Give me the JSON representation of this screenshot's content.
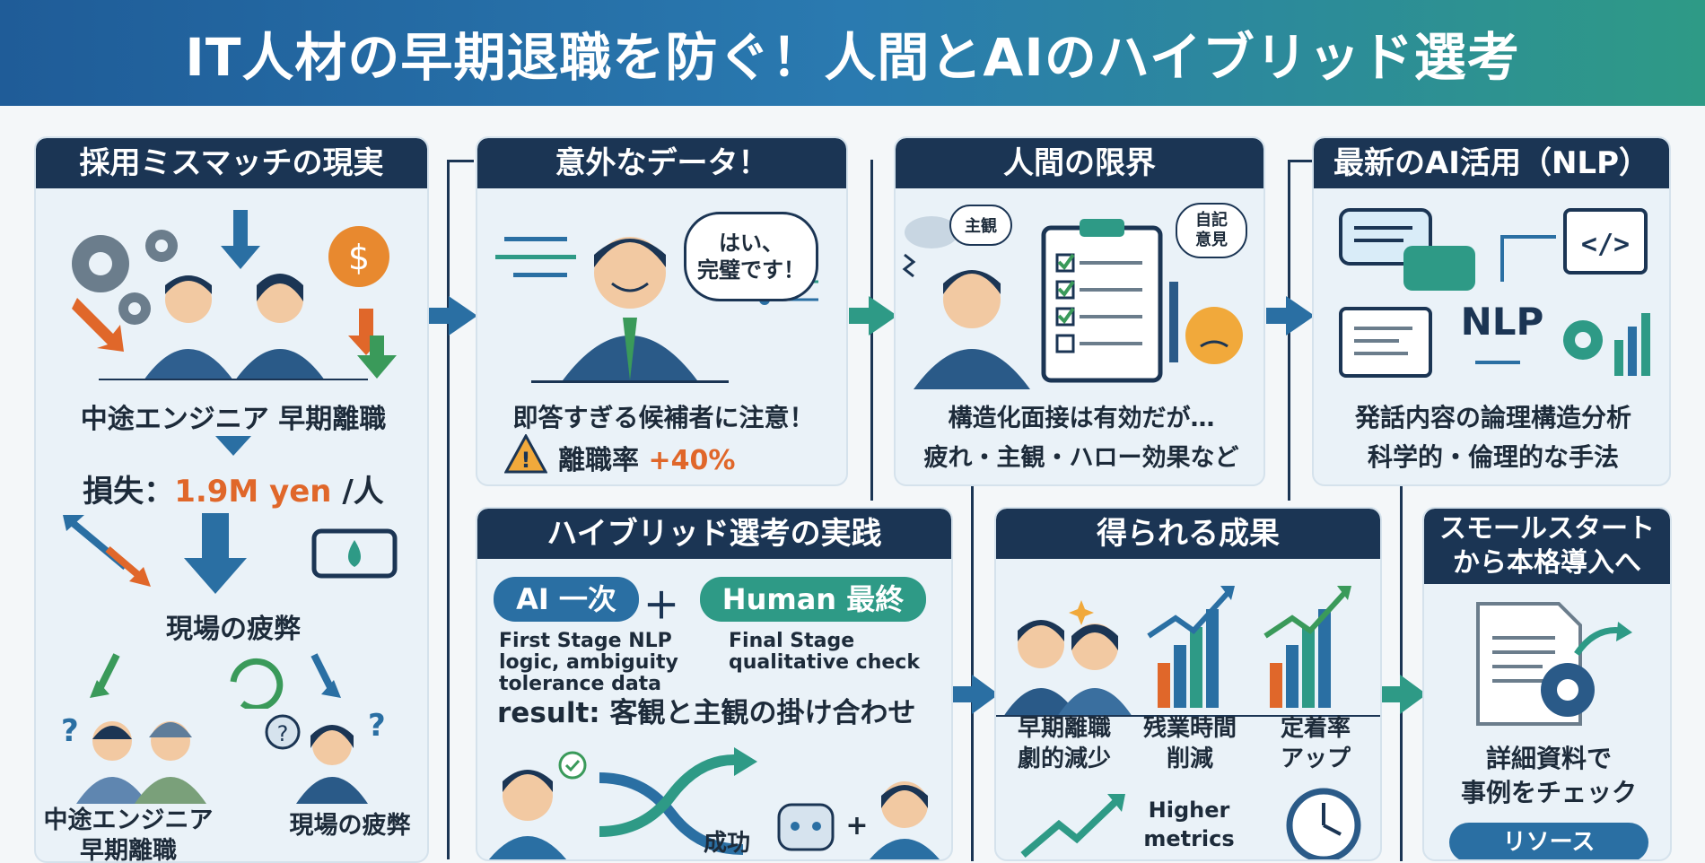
{
  "header": {
    "title": "IT人材の早期退職を防ぐ！人間とAIのハイブリッド選考"
  },
  "colors": {
    "navy": "#1b3554",
    "blue": "#1f5c98",
    "teal": "#2e9a86",
    "orange": "#e0672a",
    "panel": "#eaf2f8"
  },
  "panel1": {
    "title": "採用ミスマッチの現実",
    "caption1": "中途エンジニア 早期離職",
    "loss_prefix": "損失：",
    "loss_value": "1.9M yen",
    "loss_suffix": "/人",
    "fatigue": "現場の疲弊",
    "bottom_left": "中途エンジニア\n早期離職",
    "bottom_right": "現場の疲弊"
  },
  "panel2": {
    "title": "意外なデータ！",
    "speech": "はい、\n完璧です！",
    "caption": "即答すぎる候補者に注意！",
    "rate_label": "離職率",
    "rate_value": "+40%"
  },
  "panel3": {
    "title": "人間の限界",
    "bubble_left": "主観",
    "bubble_right": "自記\n意見",
    "caption1": "構造化面接は有効だが…",
    "caption2": "疲れ・主観・ハロー効果など"
  },
  "panel4": {
    "title": "最新のAI活用（NLP）",
    "nlp": "NLP",
    "caption1": "発話内容の論理構造分析",
    "caption2": "科学的・倫理的な手法"
  },
  "panel5": {
    "title": "ハイブリッド選考の実践",
    "pill_ai": "AI 一次",
    "plus": "＋",
    "pill_human": "Human 最終",
    "ai_desc": "First Stage NLP\nlogic, ambiguity\ntolerance data",
    "human_desc": "Final Stage\nqualitative check",
    "result": "result: 客観と主観の掛け合わせ",
    "success": "成功",
    "plus2": "+"
  },
  "panel6": {
    "title": "得られる成果",
    "item1": "早期離職\n劇的減少",
    "item2": "残業時間\n削減",
    "item3": "定着率\nアップ",
    "higher": "Higher\nmetrics"
  },
  "panel7": {
    "title": "スモールスタート\nから本格導入へ",
    "caption": "詳細資料で\n事例をチェック",
    "button": "リソース"
  }
}
